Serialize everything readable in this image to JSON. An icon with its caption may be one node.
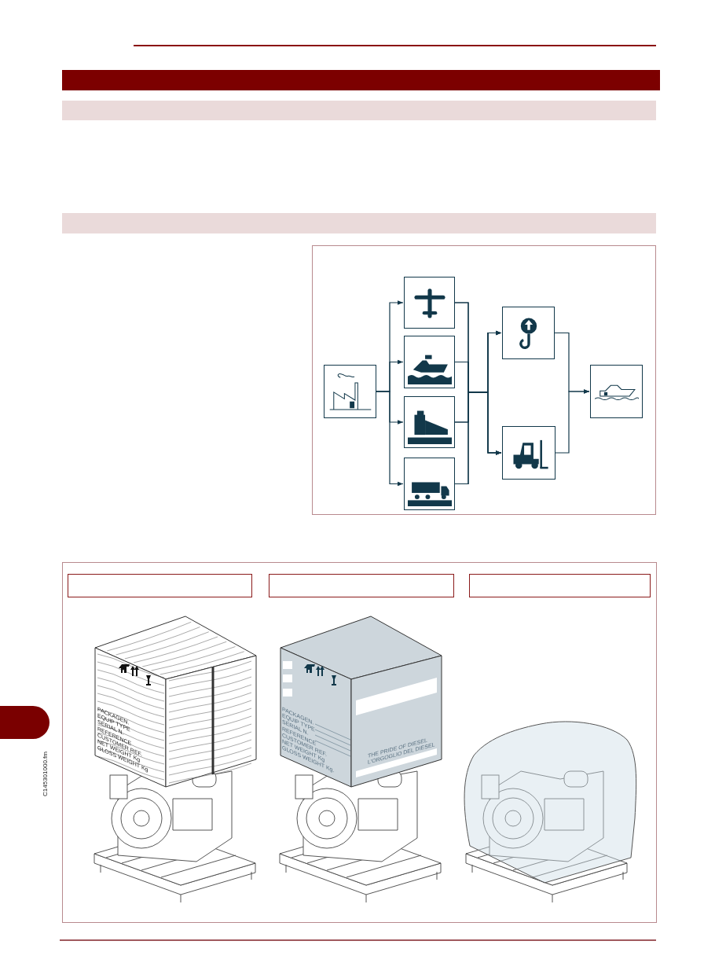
{
  "diagram": {
    "nodes": [
      {
        "text": [],
        "shape": "bar"
      },
      {
        "text": [],
        "shape": "bar"
      },
      {
        "text": [],
        "shape": "bar"
      },
      {
        "text": [],
        "shape": "picture"
      },
      {
        "text": [],
        "shape": "picture"
      },
      {
        "text": [],
        "shape": "picture"
      },
      {
        "text": [],
        "shape": "picture"
      },
      {
        "text": [],
        "shape": "picture"
      },
      {
        "text": [],
        "shape": "picture"
      },
      {
        "text": [],
        "shape": "picture"
      },
      {
        "text": [],
        "shape": "picture"
      }
    ],
    "edges": [
      {
        "from": 3,
        "to": 4,
        "arrow": "to"
      },
      {
        "from": 3,
        "to": 5,
        "arrow": "to"
      },
      {
        "from": 3,
        "to": 6,
        "arrow": "to"
      },
      {
        "from": 3,
        "to": 7,
        "arrow": "to"
      },
      {
        "from": 4,
        "to": 8,
        "arrow": "to"
      },
      {
        "from": 4,
        "to": 9,
        "arrow": "to"
      },
      {
        "from": 5,
        "to": 8,
        "arrow": "to"
      },
      {
        "from": 5,
        "to": 9,
        "arrow": "to"
      },
      {
        "from": 6,
        "to": 8,
        "arrow": "to"
      },
      {
        "from": 6,
        "to": 9,
        "arrow": "to"
      },
      {
        "from": 7,
        "to": 8,
        "arrow": "to"
      },
      {
        "from": 7,
        "to": 9,
        "arrow": "to"
      },
      {
        "from": 8,
        "to": 10,
        "arrow": "to"
      },
      {
        "from": 9,
        "to": 10,
        "arrow": "to"
      }
    ],
    "labels": [
      "PACKAGEN.",
      "EQUIP TYPE",
      "SERIAL N.",
      "REFERENCE",
      "CUSTOMER REF.",
      "NET WEIGHT Kg",
      "GLOSS WEIGHT Kg",
      "PACKAGEN.",
      "EQUIP TYPE",
      "SERIAL N.",
      "REFERENCE",
      "CUSTOMER REF.",
      "NET WEIGHT Kg",
      "GLOSS WEIGHT Kg.",
      "THE PRIDE OF DIESEL",
      "L'ORGOGLIO DEL DIESEL",
      "C145301000.fm"
    ]
  }
}
